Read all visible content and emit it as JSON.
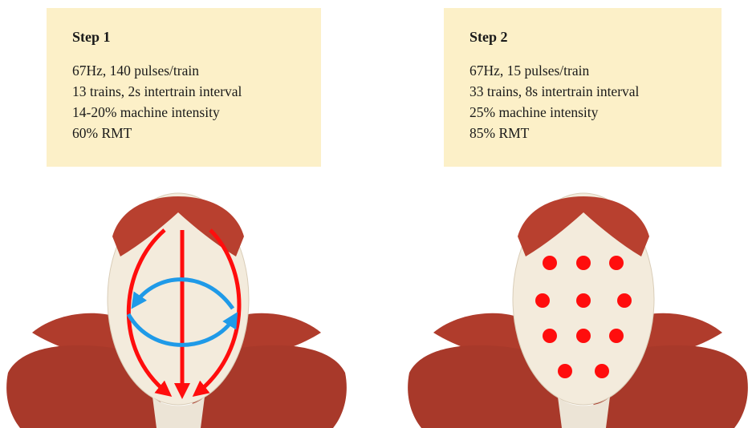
{
  "steps": [
    {
      "title": "Step 1",
      "lines": [
        "67Hz, 140 pulses/train",
        "13 trains, 2s intertrain interval",
        "14-20% machine intensity",
        "60% RMT"
      ]
    },
    {
      "title": "Step 2",
      "lines": [
        "67Hz, 15 pulses/train",
        "33 trains, 8s intertrain interval",
        "25% machine intensity",
        "85% RMT"
      ]
    }
  ],
  "colors": {
    "panel_background": "#fcf0c8",
    "muscle": "#b03c2c",
    "scalp": "#f3ebdc",
    "vertical_arrows": "#ff0d0d",
    "horizontal_arrows": "#1f9ae8",
    "stimulation_dots": "#ff0d0d"
  },
  "stimulation_grid": {
    "rows": [
      3,
      3,
      3,
      2
    ],
    "total_sites": 11
  }
}
